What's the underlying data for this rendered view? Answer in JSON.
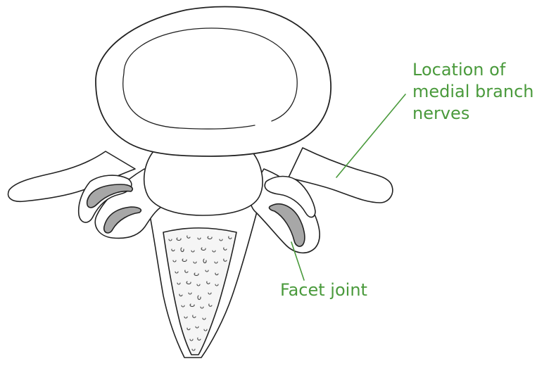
{
  "colors": {
    "outline": "#222222",
    "label": "#4a9a3c",
    "joint_fill": "#a7a7a7",
    "background": "#ffffff"
  },
  "labels": {
    "medial_branch": {
      "line1": "Location of",
      "line2": "medial branch",
      "line3": "nerves"
    },
    "facet_joint": "Facet joint"
  }
}
